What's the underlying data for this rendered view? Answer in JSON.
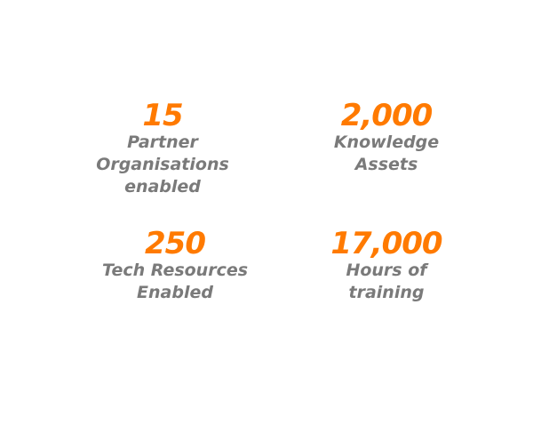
{
  "stats": [
    {
      "value": "15",
      "label": "Partner\nOrganisations\nenabled"
    },
    {
      "value": "2,000",
      "label": "Knowledge\nAssets"
    },
    {
      "value": "250",
      "label": "Tech Resources\nEnabled"
    },
    {
      "value": "17,000",
      "label": "Hours of\ntraining"
    }
  ],
  "colors": {
    "accent": "#FF7A00",
    "label": "#7a7a7a"
  }
}
